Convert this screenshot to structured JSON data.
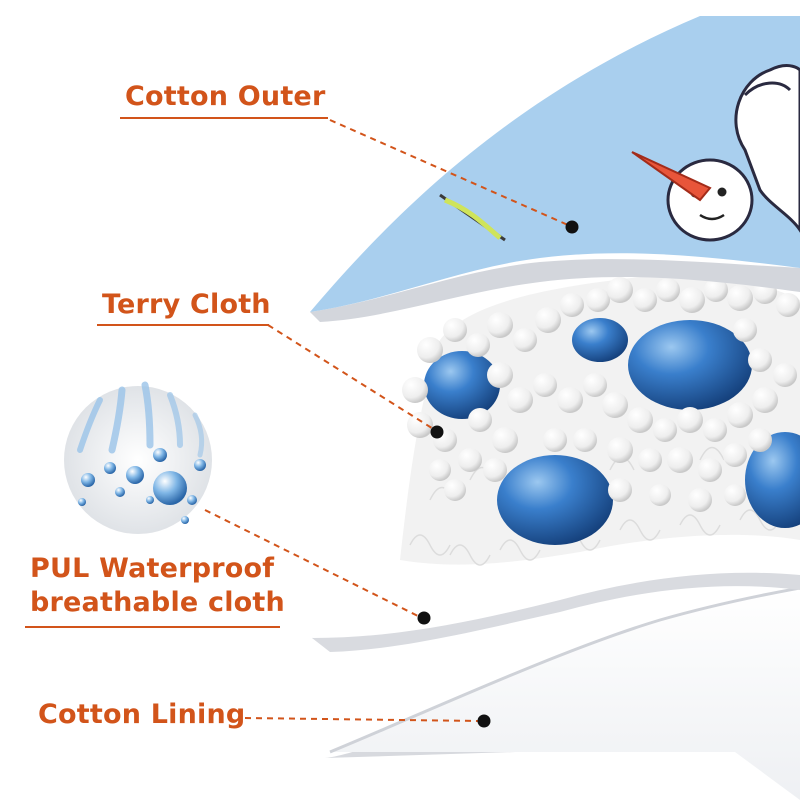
{
  "colors": {
    "accent": "#d2541a",
    "cotton_outer": "#a9cfee",
    "bead_white": "#f6f6f6",
    "bead_blue": "#2f6fb8",
    "lining": "#ffffff"
  },
  "icons": {
    "snowman": "snowman-icon",
    "water_droplets": "water-droplets-icon"
  },
  "layers": [
    {
      "key": "cotton_outer",
      "label": "Cotton Outer"
    },
    {
      "key": "terry_cloth",
      "label": "Terry Cloth"
    },
    {
      "key": "pul",
      "label_line1": "PUL Waterproof",
      "label_line2": "breathable cloth"
    },
    {
      "key": "cotton_lining",
      "label": "Cotton Lining"
    }
  ]
}
